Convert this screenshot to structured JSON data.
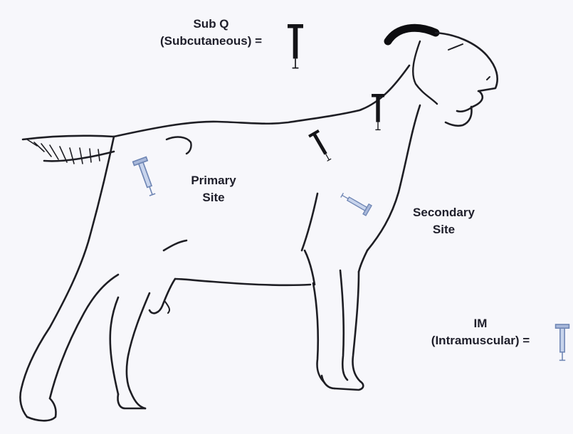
{
  "legend": {
    "subq_line1": "Sub Q",
    "subq_line2": "(Subcutaneous) =",
    "im_line1": "IM",
    "im_line2": "(Intramuscular) ="
  },
  "sites": {
    "primary_line1": "Primary",
    "primary_line2": "Site",
    "secondary_line1": "Secondary",
    "secondary_line2": "Site"
  },
  "colors": {
    "outline": "#1e1e24",
    "subq_syringe": "#141418",
    "im_syringe": "#6f86b4",
    "background": "#f7f7fb"
  },
  "icons": [
    "subq-syringe-icon",
    "im-syringe-icon"
  ]
}
